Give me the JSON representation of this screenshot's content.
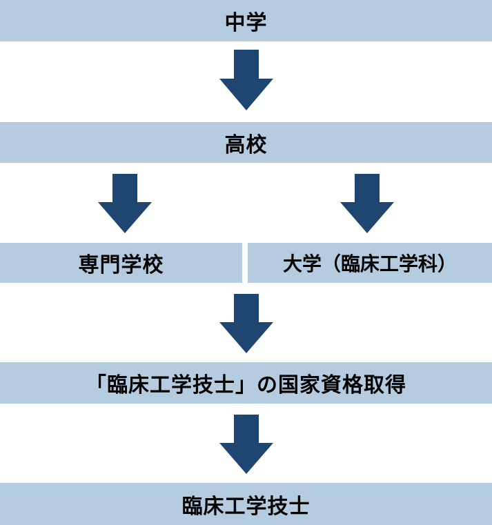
{
  "steps": {
    "junior_high": "中学",
    "high_school": "高校",
    "vocational_school": "専門学校",
    "university": "大学（臨床工学科）",
    "license": "「臨床工学技士」の国家資格取得",
    "result": "臨床工学技士"
  },
  "colors": {
    "box_fill": "#b4cbe0",
    "arrow_fill": "#1f4670"
  }
}
